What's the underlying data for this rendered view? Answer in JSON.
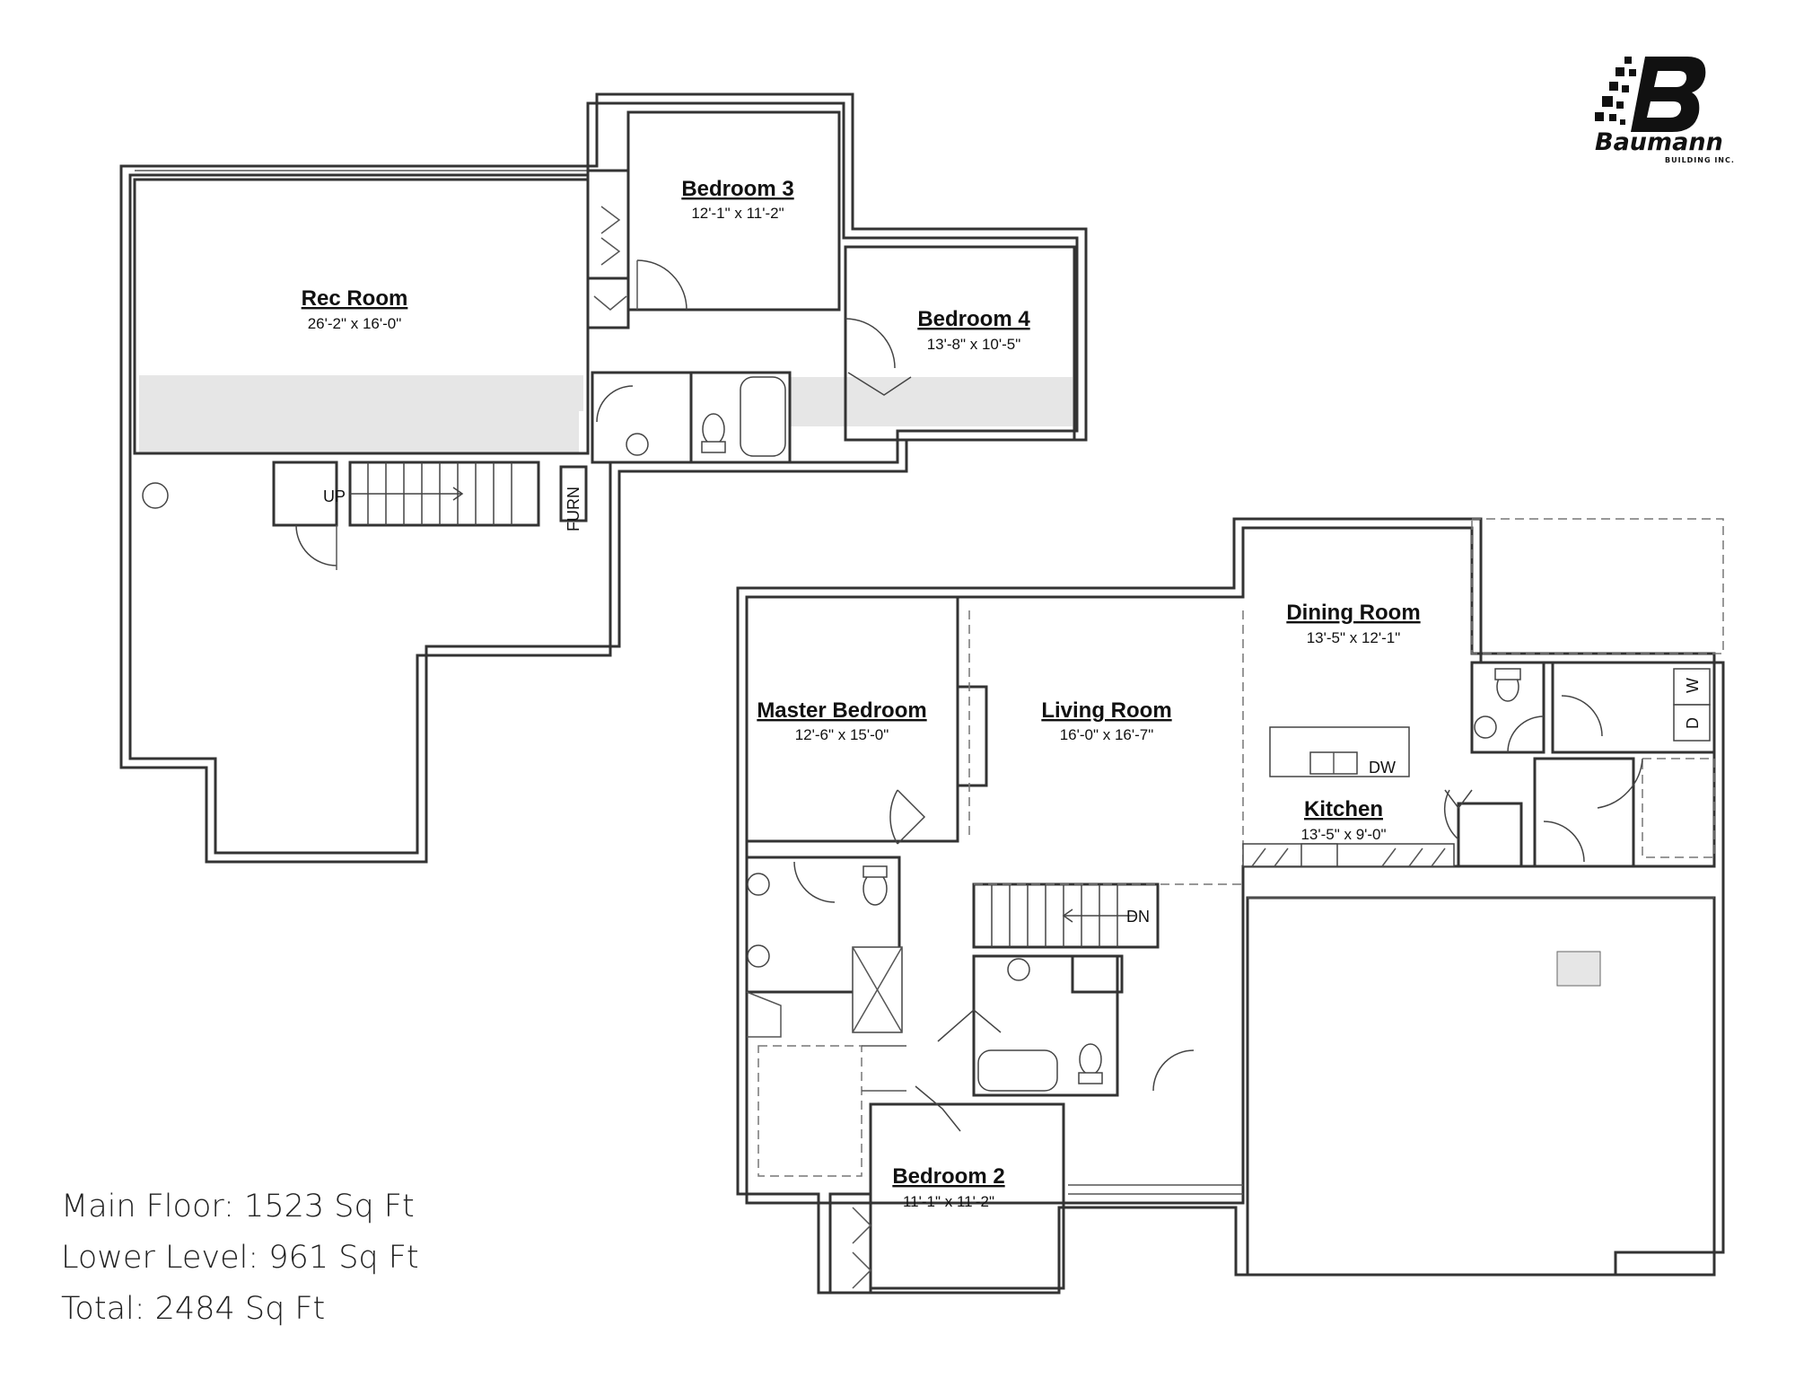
{
  "company": {
    "name": "Baumann",
    "tagline": "BUILDING INC."
  },
  "rooms": {
    "rec_room": {
      "name": "Rec Room",
      "dims": "26'-2\" x 16'-0\""
    },
    "bedroom3": {
      "name": "Bedroom 3",
      "dims": "12'-1\" x 11'-2\""
    },
    "bedroom4": {
      "name": "Bedroom 4",
      "dims": "13'-8\" x 10'-5\""
    },
    "master_bedroom": {
      "name": "Master Bedroom",
      "dims": "12'-6\" x 15'-0\""
    },
    "living_room": {
      "name": "Living Room",
      "dims": "16'-0\" x 16'-7\""
    },
    "dining_room": {
      "name": "Dining Room",
      "dims": "13'-5\" x 12'-1\""
    },
    "kitchen": {
      "name": "Kitchen",
      "dims": "13'-5\" x 9'-0\""
    },
    "bedroom2": {
      "name": "Bedroom 2",
      "dims": "11'-1\" x 11'-2\""
    }
  },
  "labels": {
    "up": "UP",
    "furn": "FURN",
    "dn": "DN",
    "dw": "DW",
    "dryer": "D",
    "washer": "W"
  },
  "square_footage": {
    "main_floor": "Main Floor: 1523 Sq Ft",
    "lower_level": "Lower Level: 961 Sq Ft",
    "total": "Total: 2484 Sq Ft"
  }
}
